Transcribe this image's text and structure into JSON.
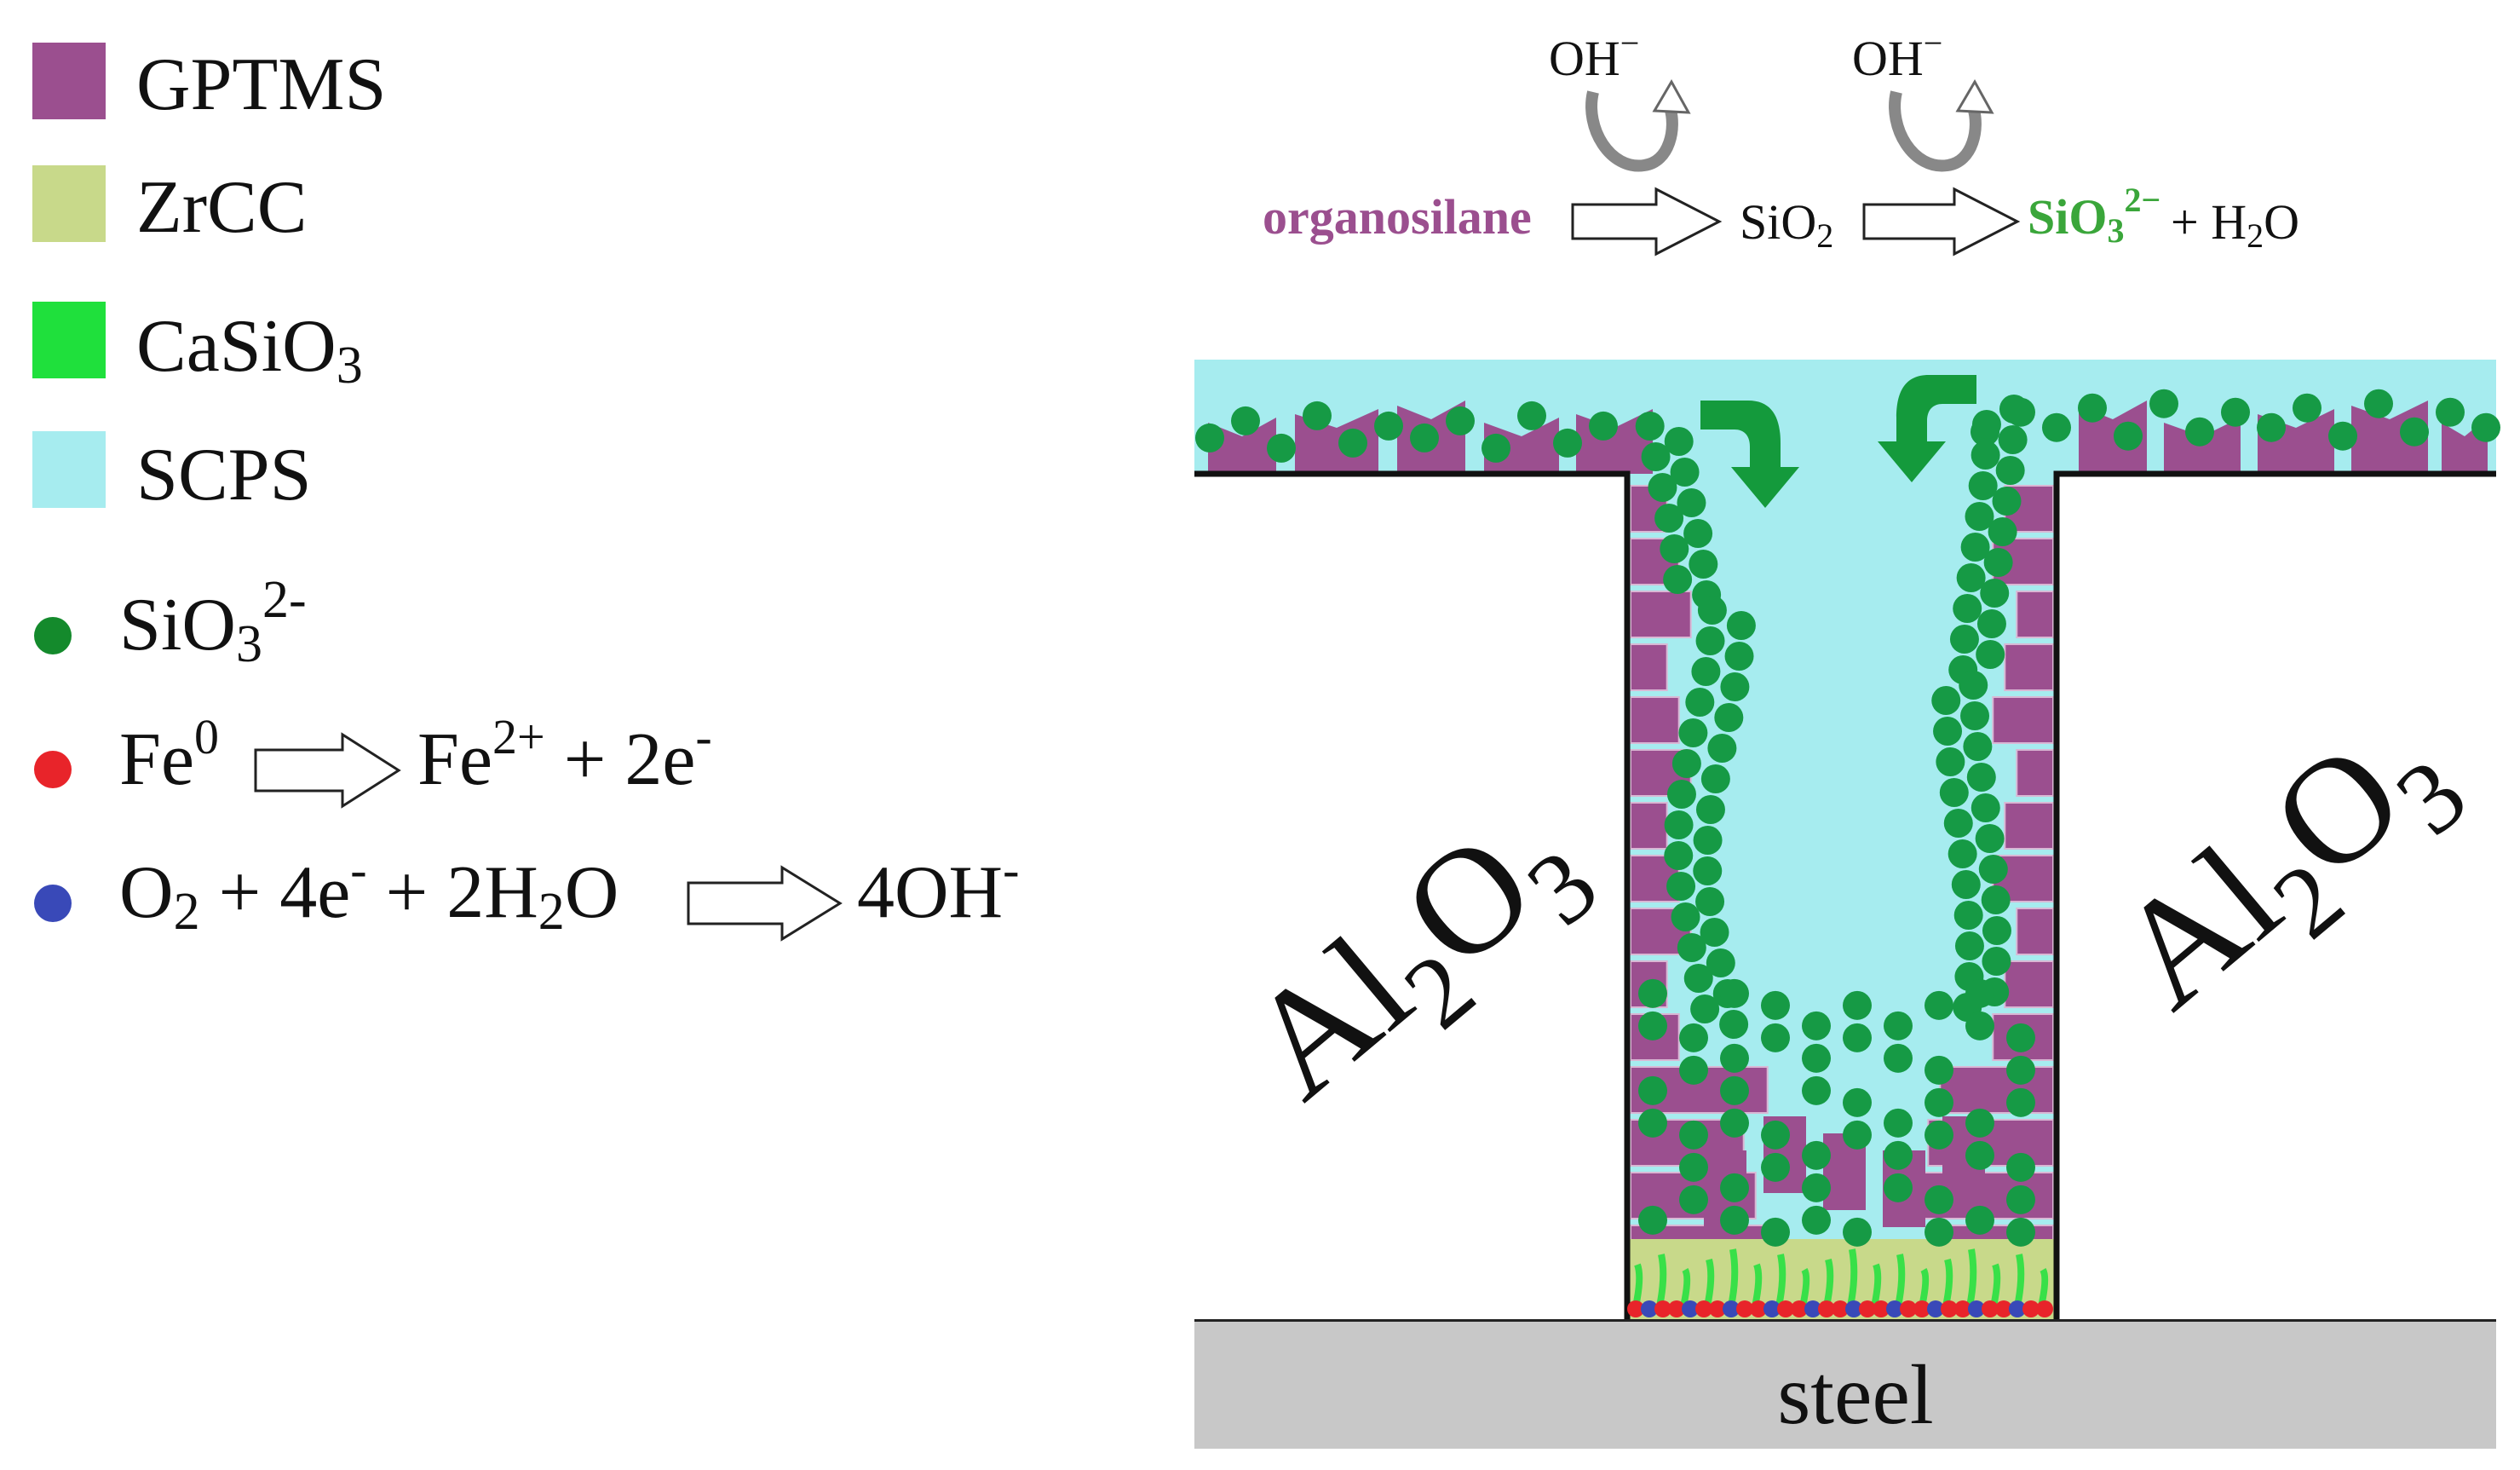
{
  "legend": {
    "gptms": {
      "label": "GPTMS",
      "color": "#9b4f8f"
    },
    "zrcc": {
      "label": "ZrCC",
      "color": "#c8d98a"
    },
    "casio3": {
      "label_main": "CaSiO",
      "label_sub": "3",
      "color": "#1fe03c"
    },
    "scps": {
      "label": "SCPS",
      "color": "#a6ecef"
    },
    "silicate": {
      "label_main": "SiO",
      "label_sub": "3",
      "label_sup": "2-",
      "color": "#148a2c"
    },
    "iron": {
      "reactant": "Fe",
      "reactant_sup": "0",
      "product": "Fe",
      "product_sup": "2+",
      "product_rest": " + 2e",
      "electron_sup": "-",
      "color": "#e8242a"
    },
    "oxygen": {
      "part1": "O",
      "part1_sub": "2",
      "part2": " + 4e",
      "part2_sup": "-",
      "part3": " + 2H",
      "part3_sub": "2",
      "part4": "O",
      "product": "4OH",
      "product_sup": "-",
      "color": "#3949b8"
    }
  },
  "reaction": {
    "oh1": "OH",
    "oh1_sup": "−",
    "oh2": "OH",
    "oh2_sup": "−",
    "organosilane": "organosilane",
    "sio2_main": "SiO",
    "sio2_sub": "2",
    "sio3_main": "SiO",
    "sio3_sub": "3",
    "sio3_sup": "2−",
    "water": " + H",
    "water_sub": "2",
    "water_rest": "O",
    "organosilane_color": "#9b4f8f",
    "sio3_color": "#3aa63a"
  },
  "labels": {
    "al2o3_main": "Al",
    "al2o3_sub": "2",
    "al2o3_o": "O",
    "al2o3_sub2": "3",
    "steel": "steel"
  },
  "colors": {
    "gptms": "#9b4f8f",
    "scps": "#a6ecef",
    "zrcc": "#c8d98a",
    "casio3": "#1fe03c",
    "particle": "#169a45",
    "arrow": "#149a3c",
    "steel": "#c8c8c8",
    "iron": "#e8242a",
    "oxygen": "#3949b8"
  }
}
